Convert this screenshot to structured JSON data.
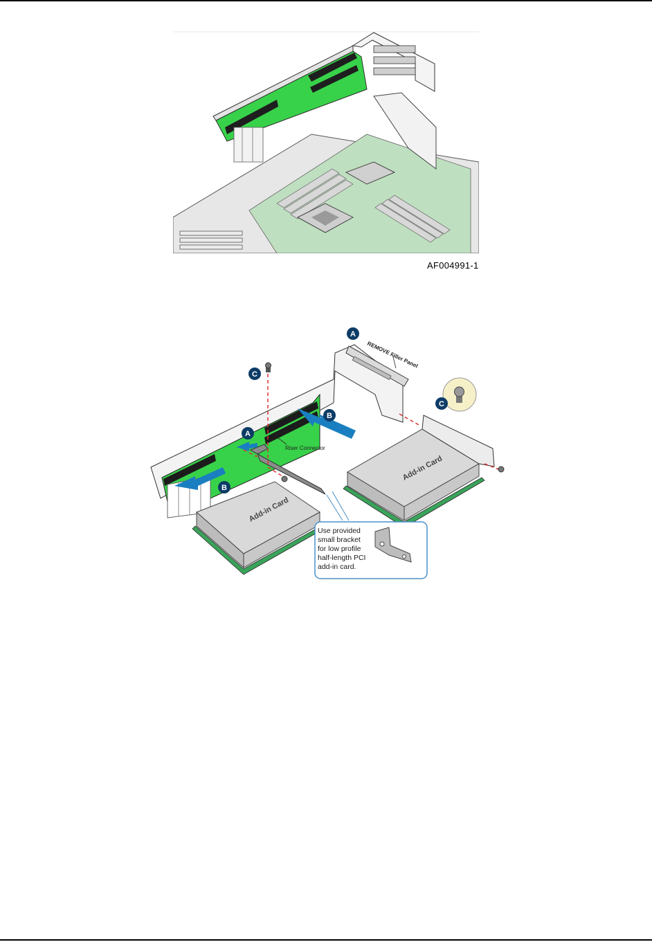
{
  "figure1": {
    "code": "AF004991-1"
  },
  "figure2": {
    "callout_a": "A",
    "callout_b": "B",
    "callout_c": "C",
    "remove_filler_label": "REMOVE Filler Panel",
    "riser_connector_label": "Riser Connector",
    "addin_card_label": "Add-in Card",
    "bracket_note_lines": [
      "Use provided",
      "small bracket",
      "for low profile",
      "half-length PCI",
      "add-in card."
    ]
  },
  "colors": {
    "pcb_green": "#38d24a",
    "board_green": "#bfe0c0",
    "callout_navy": "#0d3c66",
    "arrow_blue": "#1a7fc0",
    "dashed_red": "#e03030",
    "callout_border": "#4a90c8"
  }
}
